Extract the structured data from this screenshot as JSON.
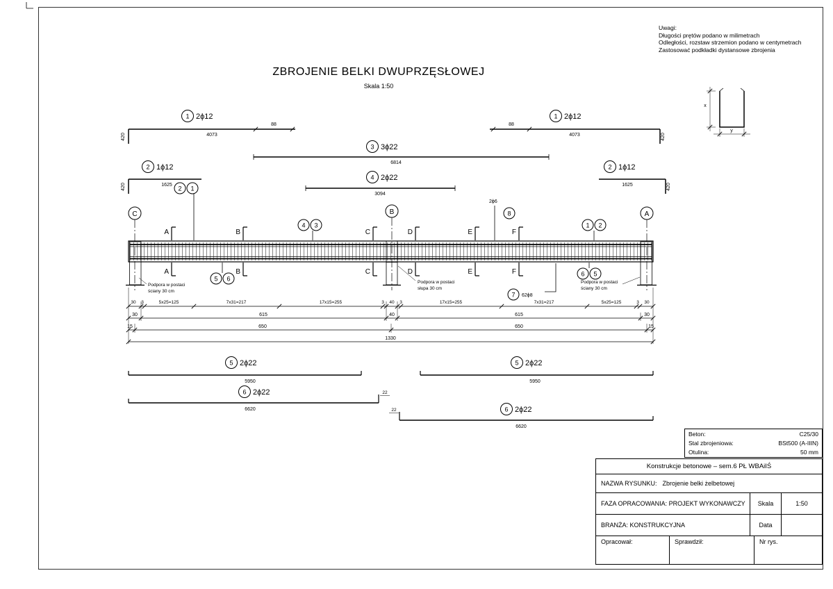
{
  "page": {
    "title": "ZBROJENIE BELKI DWUPRZĘSŁOWEJ",
    "scale": "Skala 1:50"
  },
  "notes": {
    "heading": "Uwagi:",
    "line1": "Długości prętów podano w milimetrach",
    "line2": "Odległości, rozstaw strzemion podano w centymetrach",
    "line3": "Zastosować podkładki dystansowe zbrojenia"
  },
  "stirrup_detail": {
    "x": "x",
    "y": "y"
  },
  "axes": {
    "left": "C",
    "middle": "B",
    "right": "A"
  },
  "sections": {
    "a": "A",
    "b": "B",
    "c": "C",
    "d": "D",
    "e": "E",
    "f": "F"
  },
  "callouts": {
    "top1_left": {
      "no": "1",
      "spec": "2ϕ12",
      "length": "4073",
      "hook": "88",
      "end": "420"
    },
    "top1_right": {
      "no": "1",
      "spec": "2ϕ12",
      "length": "4073",
      "hook": "88",
      "end": "420"
    },
    "top3": {
      "no": "3",
      "spec": "3ϕ22",
      "length": "6814"
    },
    "top2_left": {
      "no": "2",
      "spec": "1ϕ12",
      "length": "1625",
      "end": "420"
    },
    "top4": {
      "no": "4",
      "spec": "2ϕ22",
      "length": "3094"
    },
    "top2_right": {
      "no": "2",
      "spec": "1ϕ12",
      "length": "1625",
      "end": "420"
    },
    "bottom5_left": {
      "no": "5",
      "spec": "2ϕ22",
      "length": "5950"
    },
    "bottom5_right": {
      "no": "5",
      "spec": "2ϕ22",
      "length": "5950"
    },
    "bottom6_left": {
      "no": "6",
      "spec": "2ϕ22",
      "length": "6620",
      "hook": "22"
    },
    "bottom6_right": {
      "no": "6",
      "spec": "2ϕ22",
      "length": "6620",
      "hook": "22"
    },
    "pair21": {
      "a": "2",
      "b": "1"
    },
    "pair43": {
      "a": "4",
      "b": "3"
    },
    "pair12": {
      "a": "1",
      "b": "2"
    },
    "pair56": {
      "a": "5",
      "b": "6"
    },
    "pair65": {
      "a": "6",
      "b": "5"
    },
    "mark8": {
      "no": "8",
      "label": "2ϕ6"
    },
    "mark7": {
      "no": "7",
      "label": "62ϕ8"
    }
  },
  "supports": {
    "left": {
      "l1": "Podpora w postaci",
      "l2": "ściany 30 cm"
    },
    "middle": {
      "l1": "Podpora w postaci",
      "l2": "słupa 30 cm"
    },
    "right": {
      "l1": "Podpora w postaci",
      "l2": "ściany 30 cm"
    }
  },
  "dims": {
    "row1": [
      "30",
      "3",
      "5x25=125",
      "7x31=217",
      "17x15=255",
      "3",
      "40",
      "3",
      "17x15=255",
      "7x31=217",
      "5x25=125",
      "3",
      "30"
    ],
    "row2": [
      "30",
      "615",
      "40",
      "615",
      "30"
    ],
    "row3": [
      "15",
      "650",
      "650",
      "15"
    ],
    "total": "1330"
  },
  "materials": {
    "beton_label": "Beton:",
    "beton_value": "C25/30",
    "stal_label": "Stal zbrojeniowa:",
    "stal_value": "BSt500 (A-IIIN)",
    "otulina_label": "Otulina:",
    "otulina_value": "50 mm"
  },
  "titleblock": {
    "header": "Konstrukcje betonowe – sem.6 PŁ WBAiIŚ",
    "name_label": "NAZWA RYSUNKU:",
    "name_value": "Zbrojenie belki żelbetowej",
    "phase": "FAZA OPRACOWANIA: PROJEKT WYKONAWCZY",
    "scale_label": "Skala",
    "scale_value": "1:50",
    "branch": "BRANŻA: KONSTRUKCYJNA",
    "date_label": "Data",
    "author_label": "Opracował:",
    "checker_label": "Sprawdził:",
    "drawing_no_label": "Nr rys."
  }
}
